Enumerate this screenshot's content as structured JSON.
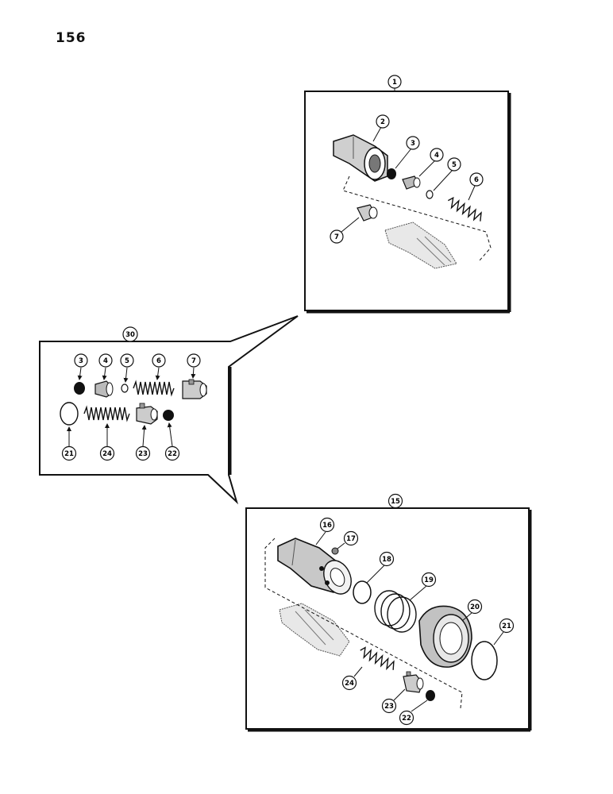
{
  "page_number": "156",
  "colors": {
    "ink": "#111111",
    "paper": "#ffffff",
    "shade": "#8a8a8a"
  },
  "views": {
    "top": {
      "label": "1",
      "callouts": [
        "2",
        "3",
        "4",
        "5",
        "6",
        "7"
      ]
    },
    "middle": {
      "label": "30",
      "callouts": [
        "3",
        "4",
        "5",
        "6",
        "7",
        "21",
        "24",
        "23",
        "22"
      ]
    },
    "bottom": {
      "label": "15",
      "callouts": [
        "16",
        "17",
        "18",
        "19",
        "20",
        "21",
        "24",
        "23",
        "22"
      ]
    }
  }
}
